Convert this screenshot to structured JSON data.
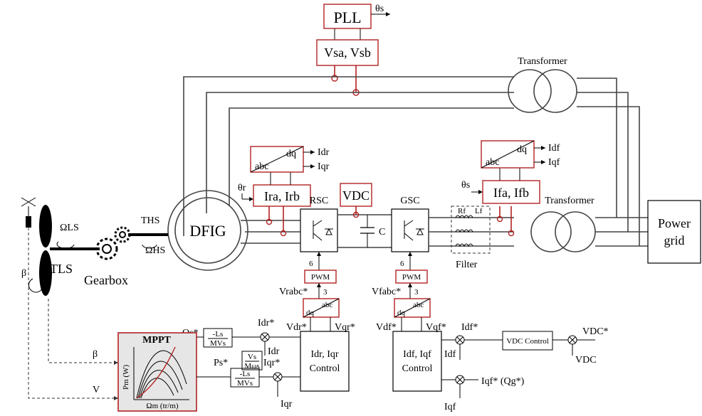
{
  "blocks": {
    "pll": "PLL",
    "theta_s": "θs",
    "vsa_vsb": "Vsa, Vsb",
    "transformer_top": "Transformer",
    "transformer_mid": "Transformer",
    "dfig": "DFIG",
    "rsc": "RSC",
    "gsc": "GSC",
    "vdc": "VDC",
    "capacitor": "C",
    "filter": "Filter",
    "rf": "Rf",
    "lf": "Lf",
    "power_grid_1": "Power",
    "power_grid_2": "grid",
    "gearbox": "Gearbox",
    "ira_irb": "Ira, Irb",
    "ifa_ifb": "Ifa, Ifb",
    "theta_r": "θr",
    "theta_s2": "θs",
    "abc": "abc",
    "dq": "dq",
    "pwm": "PWM",
    "mppt": "MPPT",
    "vdc_control": "VDC Control",
    "idr_iqr_control_1": "Idr, Iqr",
    "idr_iqr_control_2": "Control",
    "idf_iqf_control_1": "Idf, Iqf",
    "idf_iqf_control_2": "Control"
  },
  "signals": {
    "idr": "Idr",
    "iqr": "Iqr",
    "idf": "Idf",
    "iqf": "Iqf",
    "t_hs": "THS",
    "omega_hs": "ΩHS",
    "omega_ls": "ΩLS",
    "t_ls": "TLS",
    "beta": "β",
    "v": "V",
    "vrabc": "Vrabc*",
    "vfabc": "Vfabc*",
    "six": "6",
    "three": "3",
    "qs": "Qs*",
    "ps": "Ps*",
    "gain_ls": "-Ls",
    "gain_mvs": "MVs",
    "gain_vs": "Vs",
    "gain_mws": "Mωs",
    "idr_ref": "Idr*",
    "iqr_ref": "Iqr*",
    "vdr": "Vdr*",
    "vqr": "Vqr*",
    "vdf": "Vdf*",
    "vqf": "Vqf*",
    "idf_ref": "Idf*",
    "iqf_ref": "Iqf* (Qg*)",
    "vdc_ref": "VDC*",
    "vdc_meas": "VDC",
    "pm_axis": "Pm (W)",
    "omega_axis": "Ωm (tr/m)"
  },
  "colors": {
    "accent_red": "#b22222",
    "wire": "#444444"
  }
}
